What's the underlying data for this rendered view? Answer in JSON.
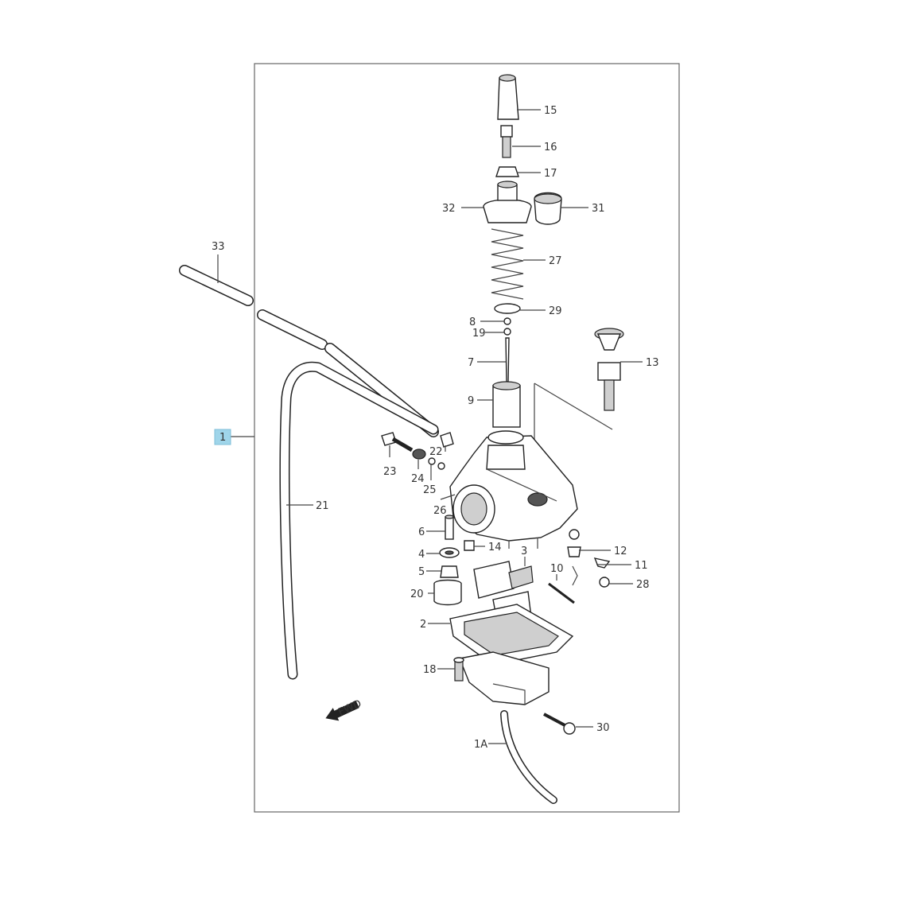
{
  "diagram": {
    "labels": [
      {
        "id": "15",
        "text": "15"
      },
      {
        "id": "16",
        "text": "16"
      },
      {
        "id": "17",
        "text": "17"
      },
      {
        "id": "32",
        "text": "32"
      },
      {
        "id": "31",
        "text": "31"
      },
      {
        "id": "33",
        "text": "33"
      },
      {
        "id": "27",
        "text": "27"
      },
      {
        "id": "8",
        "text": "8"
      },
      {
        "id": "29",
        "text": "29"
      },
      {
        "id": "19",
        "text": "19"
      },
      {
        "id": "13",
        "text": "13"
      },
      {
        "id": "7",
        "text": "7"
      },
      {
        "id": "9",
        "text": "9"
      },
      {
        "id": "1",
        "text": "1"
      },
      {
        "id": "22",
        "text": "22"
      },
      {
        "id": "23",
        "text": "23"
      },
      {
        "id": "24",
        "text": "24"
      },
      {
        "id": "25",
        "text": "25"
      },
      {
        "id": "21",
        "text": "21"
      },
      {
        "id": "26",
        "text": "26"
      },
      {
        "id": "6",
        "text": "6"
      },
      {
        "id": "4",
        "text": "4"
      },
      {
        "id": "14",
        "text": "14"
      },
      {
        "id": "3",
        "text": "3"
      },
      {
        "id": "12",
        "text": "12"
      },
      {
        "id": "10",
        "text": "10"
      },
      {
        "id": "11",
        "text": "11"
      },
      {
        "id": "5",
        "text": "5"
      },
      {
        "id": "28",
        "text": "28"
      },
      {
        "id": "20",
        "text": "20"
      },
      {
        "id": "2",
        "text": "2"
      },
      {
        "id": "18",
        "text": "18"
      },
      {
        "id": "30",
        "text": "30"
      },
      {
        "id": "1A",
        "text": "1A"
      }
    ],
    "fwd_text": "FWD",
    "highlight_color": "#9fd5ea"
  }
}
